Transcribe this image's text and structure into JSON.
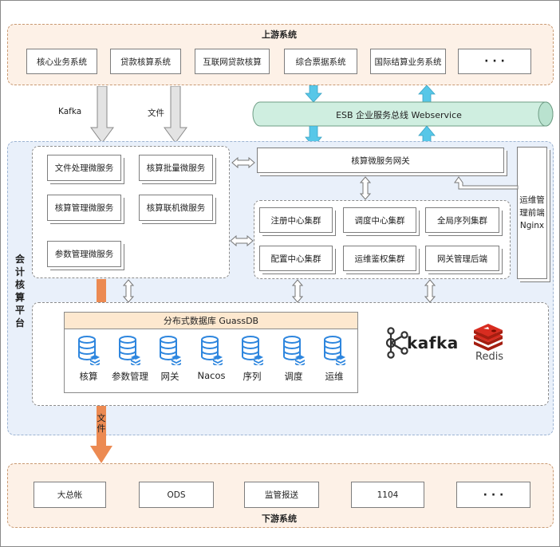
{
  "upstream": {
    "title": "上游系统",
    "systems": [
      "核心业务系统",
      "贷款核算系统",
      "互联网贷款核算",
      "综合票据系统",
      "国际结算业务系统",
      "· · ·"
    ]
  },
  "links": {
    "kafka_label": "Kafka",
    "file_label": "文件",
    "file_down_label": "文件"
  },
  "esb": {
    "label": "ESB 企业服务总线 Webservice"
  },
  "platform": {
    "label": [
      "会",
      "计",
      "核",
      "算",
      "平",
      "台"
    ]
  },
  "microservices": [
    "文件处理微服务",
    "核算批量微服务",
    "核算管理微服务",
    "核算联机微服务",
    "参数管理微服务"
  ],
  "gateway": {
    "label": "核算微服务网关"
  },
  "clusters": [
    "注册中心集群",
    "调度中心集群",
    "全局序列集群",
    "配置中心集群",
    "运维鉴权集群",
    "网关管理后端"
  ],
  "nginx": {
    "label": "运维管理前端Nginx"
  },
  "database": {
    "title": "分布式数据库 GuassDB",
    "items": [
      "核算",
      "参数管理",
      "网关",
      "Nacos",
      "序列",
      "调度",
      "运维"
    ]
  },
  "logos": {
    "kafka": "kafka",
    "redis": "Redis"
  },
  "downstream": {
    "title": "下游系统",
    "systems": [
      "大总帐",
      "ODS",
      "监管报送",
      "1104",
      "· · ·"
    ]
  },
  "colors": {
    "zone_peach": "#fdf1e7",
    "zone_blue": "#e9f0fa",
    "esb_green": "#cfeee0",
    "arrow_cyan": "#57c7e8",
    "arrow_orange": "#ec8a52",
    "db_blue": "#2e86de",
    "redis_red": "#d82c20",
    "db_header": "#fde8cf"
  }
}
